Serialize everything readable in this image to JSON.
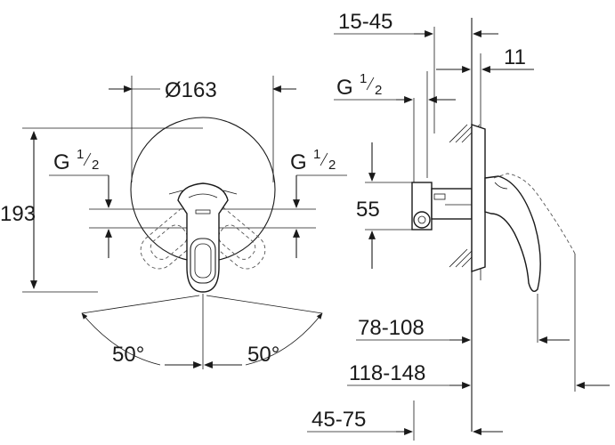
{
  "front_view": {
    "diameter_label": "Ø163",
    "height_label": "193",
    "thread_left_main": "G",
    "thread_left_sup": "1",
    "thread_left_sub": "2",
    "thread_right_main": "G",
    "thread_right_sup": "1",
    "thread_right_sub": "2",
    "angle_left": "50°",
    "angle_right": "50°"
  },
  "side_view": {
    "wall_range_top": "15-45",
    "plate_depth": "11",
    "thread_main": "G",
    "thread_sup": "1",
    "thread_sub": "2",
    "port_spacing": "55",
    "dim_78_108": "78-108",
    "dim_118_148": "118-148",
    "dim_45_75": "45-75"
  }
}
